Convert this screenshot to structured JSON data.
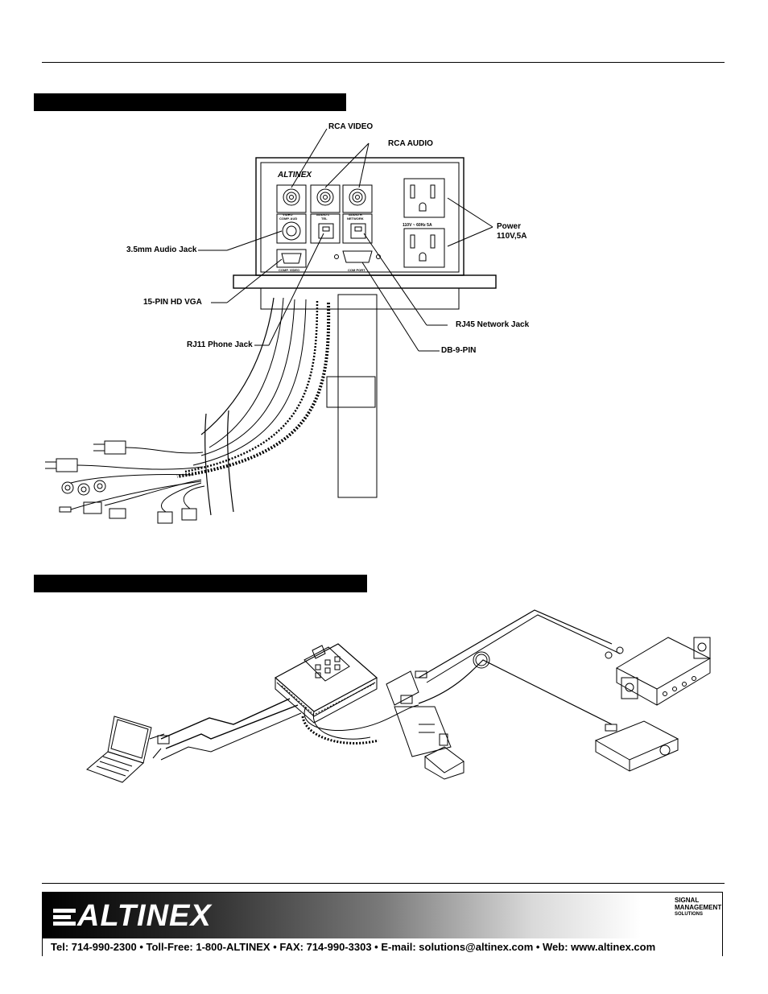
{
  "figure1": {
    "labels": {
      "rca_video": "RCA VIDEO",
      "rca_audio": "RCA AUDIO",
      "audio_jack": "3.5mm Audio Jack",
      "vga": "15-PIN HD VGA",
      "rj11": "RJ11 Phone Jack",
      "rj45": "RJ45 Network Jack",
      "db9": "DB-9-PIN",
      "power_line1": "Power",
      "power_line2": "110V,5A"
    },
    "panel": {
      "brand": "ALTINEX",
      "video": "VIDEO",
      "audio_l": "AUDIO L",
      "audio_r": "AUDIO R",
      "comp_aud": "COMP. AUD",
      "tel": "TEL",
      "network": "NETWORK",
      "comp_video": "COMP. VIDEO",
      "com_port": "COM PORT",
      "power_rating": "110V ~ 60Hz 5A"
    }
  },
  "footer": {
    "logo": "ALTINEX",
    "badge_line1": "SIGNAL",
    "badge_line2": "MANAGEMENT",
    "badge_line3": "SOLUTIONS",
    "contact": "Tel: 714-990-2300 • Toll-Free: 1-800-ALTINEX • FAX: 714-990-3303 • E-mail: solutions@altinex.com • Web: www.altinex.com"
  }
}
